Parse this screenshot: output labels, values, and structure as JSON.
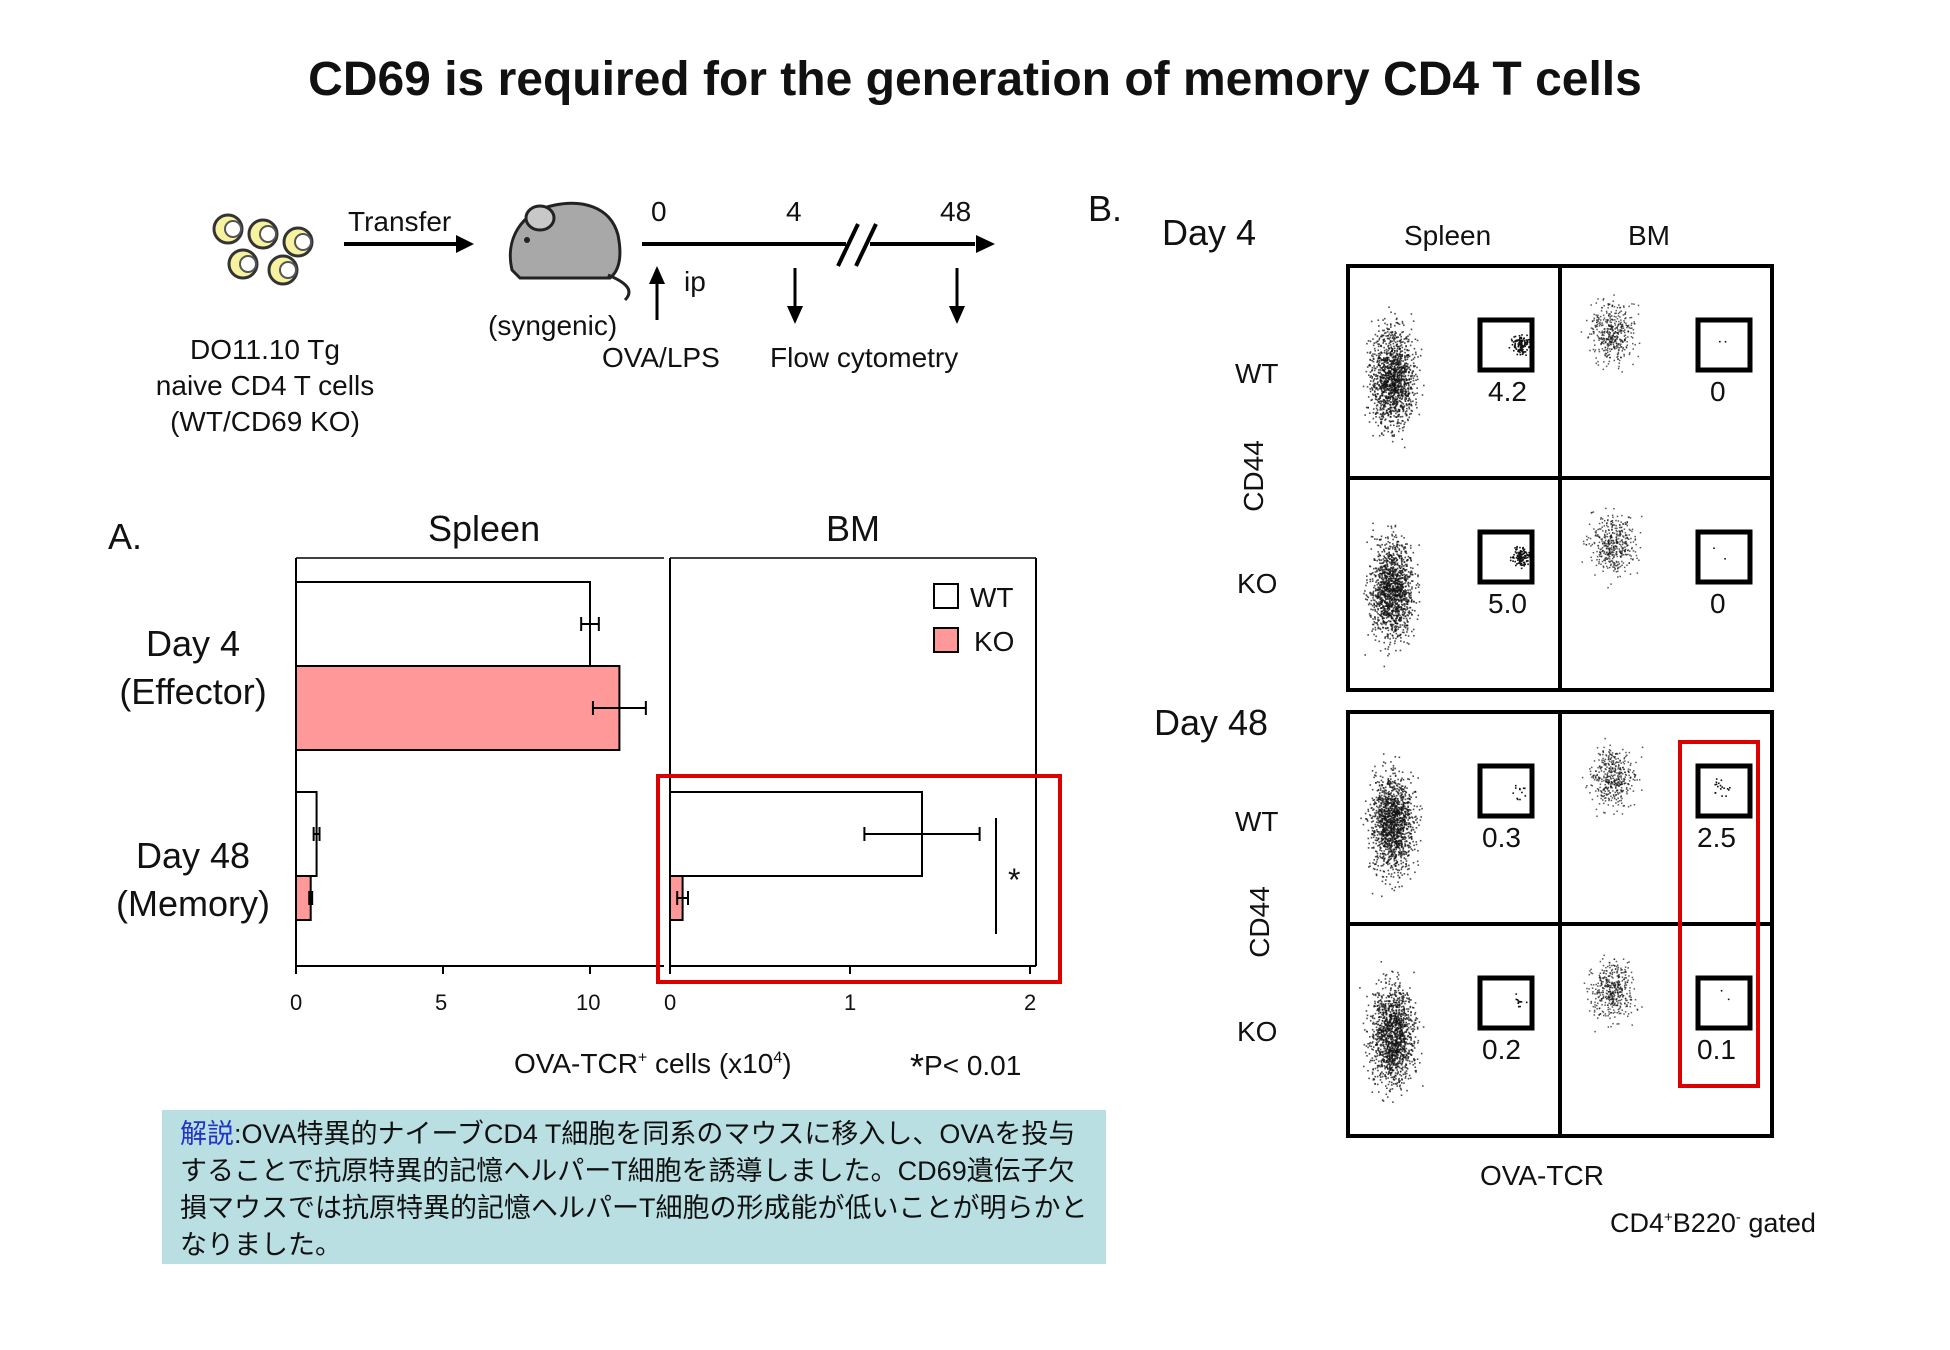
{
  "title": "CD69 is required for the generation of memory CD4 T cells",
  "schema": {
    "cells_label": [
      "DO11.10 Tg",
      "naive CD4 T cells",
      "(WT/CD69 KO)"
    ],
    "transfer": "Transfer",
    "mouse_label": "(syngenic)",
    "timeline_ticks": [
      "0",
      "4",
      "48"
    ],
    "ip": "ip",
    "ova_lps": "OVA/LPS",
    "flow": "Flow cytometry"
  },
  "panel_a": {
    "letter": "A.",
    "spleen_title": "Spleen",
    "bm_title": "BM",
    "row1": [
      "Day 4",
      "(Effector)"
    ],
    "row2": [
      "Day 48",
      "(Memory)"
    ],
    "legend": [
      "WT",
      "KO"
    ],
    "xlabel_main": "OVA-TCR",
    "xlabel_sup": "+",
    "xlabel_rest": " cells (x10",
    "xlabel_exp": "4",
    "xlabel_end": ")",
    "pval_star": "*",
    "pval_text": "P< 0.01",
    "sig_star": "*"
  },
  "chart_data": {
    "type": "bar",
    "orientation": "horizontal",
    "categories": [
      "Day 4 (Effector)",
      "Day 48 (Memory)"
    ],
    "panels": [
      {
        "name": "Spleen",
        "xlim": [
          0,
          13
        ],
        "xticks": [
          "0",
          "5",
          "10"
        ],
        "series": [
          {
            "name": "WT",
            "values": [
              10.0,
              0.7
            ],
            "errors": [
              0.3,
              0.1
            ]
          },
          {
            "name": "KO",
            "values": [
              11.0,
              0.5
            ],
            "errors": [
              0.9,
              0.05
            ]
          }
        ]
      },
      {
        "name": "BM",
        "xlim": [
          0,
          2
        ],
        "xticks": [
          "0",
          "1",
          "2"
        ],
        "series": [
          {
            "name": "WT",
            "values": [
              0,
              1.4
            ],
            "errors": [
              0,
              0.32
            ]
          },
          {
            "name": "KO",
            "values": [
              0,
              0.07
            ],
            "errors": [
              0,
              0.03
            ]
          }
        ]
      }
    ],
    "colors": {
      "WT": "#ffffff",
      "KO": "#ff9999",
      "highlight": "#dd0000"
    }
  },
  "panel_b": {
    "letter": "B.",
    "day4": "Day 4",
    "day48": "Day 48",
    "col_labels": [
      "Spleen",
      "BM"
    ],
    "row_labels": [
      "WT",
      "KO"
    ],
    "y_axis": "CD44",
    "x_axis": "OVA-TCR",
    "gate_main": "CD4",
    "gate_sup1": "+",
    "gate_mid": "B220",
    "gate_sup2": "-",
    "gate_end": " gated",
    "values": {
      "day4": [
        [
          "4.2",
          "0"
        ],
        [
          "5.0",
          "0"
        ]
      ],
      "day48": [
        [
          "0.3",
          "2.5"
        ],
        [
          "0.2",
          "0.1"
        ]
      ]
    }
  },
  "note": {
    "keyword": "解説",
    "text": ":OVA特異的ナイーブCD4 T細胞を同系のマウスに移入し、OVAを投与することで抗原特異的記憶ヘルパーT細胞を誘導しました。CD69遺伝子欠損マウスでは抗原特異的記憶ヘルパーT細胞の形成能が低いことが明らかとなりました。"
  }
}
